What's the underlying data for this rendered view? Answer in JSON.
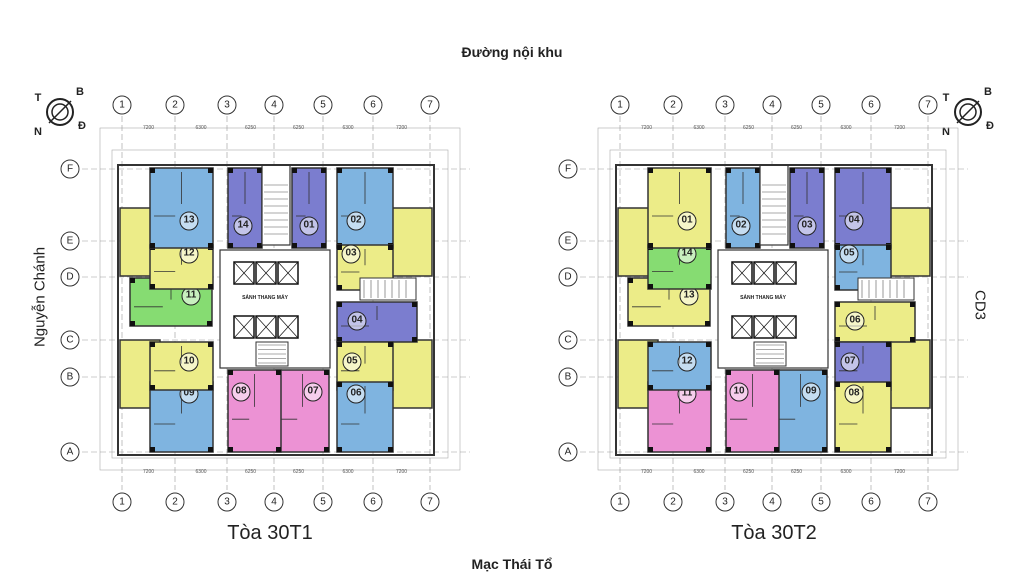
{
  "page": {
    "road_top": "Đường nội khu",
    "road_bottom": "Mạc Thái Tổ",
    "road_left": "Nguyễn Chánh",
    "road_right": "CD3"
  },
  "compass": {
    "north": "B",
    "south": "N",
    "east": "Đ",
    "west": "T"
  },
  "grid": {
    "columns": [
      "1",
      "2",
      "3",
      "4",
      "5",
      "6",
      "7"
    ],
    "rows": [
      "F",
      "E",
      "D",
      "C",
      "B",
      "A"
    ],
    "column_spans": [
      "7200",
      "6300",
      "6250",
      "6250",
      "6300",
      "7200"
    ]
  },
  "lobby_label": "SẢNH THANG MÁY",
  "colors": {
    "blue": "#7fb4e0",
    "navy": "#7b7dcf",
    "yellow": "#ecec88",
    "green": "#86dc72",
    "pink": "#ec92d4",
    "wall": "#333333"
  },
  "buildings": [
    {
      "name": "Tòa 30T1",
      "apartments": [
        {
          "no": "01",
          "color": "navy"
        },
        {
          "no": "02",
          "color": "blue"
        },
        {
          "no": "03",
          "color": "yellow"
        },
        {
          "no": "04",
          "color": "navy"
        },
        {
          "no": "05",
          "color": "yellow"
        },
        {
          "no": "06",
          "color": "blue"
        },
        {
          "no": "07",
          "color": "pink"
        },
        {
          "no": "08",
          "color": "pink"
        },
        {
          "no": "09",
          "color": "blue"
        },
        {
          "no": "10",
          "color": "yellow"
        },
        {
          "no": "11",
          "color": "green"
        },
        {
          "no": "12",
          "color": "yellow"
        },
        {
          "no": "13",
          "color": "blue"
        },
        {
          "no": "14",
          "color": "navy"
        }
      ]
    },
    {
      "name": "Tòa 30T2",
      "apartments": [
        {
          "no": "03",
          "color": "navy"
        },
        {
          "no": "04",
          "color": "navy"
        },
        {
          "no": "05",
          "color": "blue"
        },
        {
          "no": "06",
          "color": "yellow"
        },
        {
          "no": "07",
          "color": "navy"
        },
        {
          "no": "08",
          "color": "yellow"
        },
        {
          "no": "09",
          "color": "blue"
        },
        {
          "no": "10",
          "color": "pink"
        },
        {
          "no": "11",
          "color": "pink"
        },
        {
          "no": "12",
          "color": "blue"
        },
        {
          "no": "13",
          "color": "yellow"
        },
        {
          "no": "14",
          "color": "green"
        },
        {
          "no": "01",
          "color": "yellow"
        },
        {
          "no": "02",
          "color": "blue"
        }
      ]
    }
  ]
}
